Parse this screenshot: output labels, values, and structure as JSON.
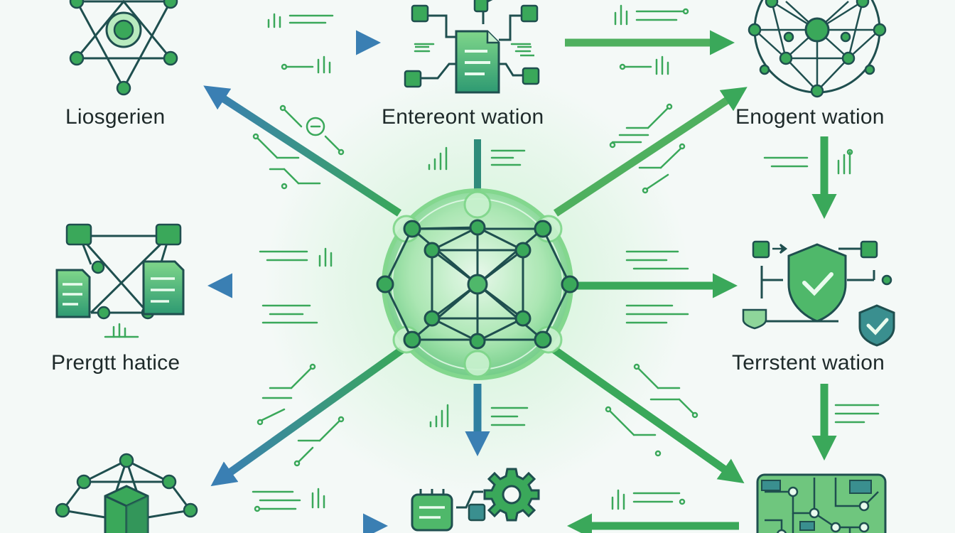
{
  "diagram": {
    "nodes": [
      {
        "id": "top-left",
        "label": "Liosgerien",
        "icon": "network-graph-icon"
      },
      {
        "id": "top-center",
        "label": "Entereont wation",
        "icon": "document-flow-icon"
      },
      {
        "id": "top-right",
        "label": "Enogent wation",
        "icon": "globe-network-icon"
      },
      {
        "id": "mid-left",
        "label": "Prergtt hatice",
        "icon": "linked-documents-icon"
      },
      {
        "id": "mid-right",
        "label": "Terrstent wation",
        "icon": "shield-check-icon"
      },
      {
        "id": "bottom-left",
        "label": "",
        "icon": "cube-network-icon"
      },
      {
        "id": "bottom-center",
        "label": "",
        "icon": "gear-device-icon"
      },
      {
        "id": "bottom-right",
        "label": "",
        "icon": "circuit-map-icon"
      },
      {
        "id": "hub",
        "label": "",
        "icon": "central-hub-network-icon"
      }
    ],
    "colors": {
      "green": "#3aa85a",
      "light_green": "#7fd68a",
      "teal": "#2e8b8b",
      "blue": "#3a7fb3",
      "dark": "#1f4f4f",
      "background": "#f4f9f7"
    }
  }
}
